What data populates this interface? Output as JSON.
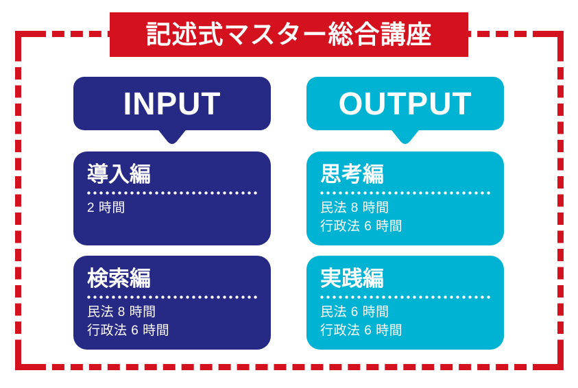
{
  "banner": {
    "title": "記述式マスター総合講座",
    "color": "#d3111f"
  },
  "frame": {
    "color": "#d3111f",
    "style": "dashed"
  },
  "colors": {
    "navy": "#262a85",
    "cyan": "#00b3d2",
    "red": "#d3111f",
    "text": "#ffffff"
  },
  "columns": [
    {
      "key": "input",
      "badge_label": "INPUT",
      "accent": "#262a85",
      "cards": [
        {
          "title": "導入編",
          "lines": [
            "2 時間"
          ]
        },
        {
          "title": "検索編",
          "lines": [
            "民法 8 時間",
            "行政法 6 時間"
          ]
        }
      ]
    },
    {
      "key": "output",
      "badge_label": "OUTPUT",
      "accent": "#00b3d2",
      "cards": [
        {
          "title": "思考編",
          "lines": [
            "民法 8 時間",
            "行政法 6 時間"
          ]
        },
        {
          "title": "実践編",
          "lines": [
            "民法 6 時間",
            "行政法 6 時間"
          ]
        }
      ]
    }
  ]
}
